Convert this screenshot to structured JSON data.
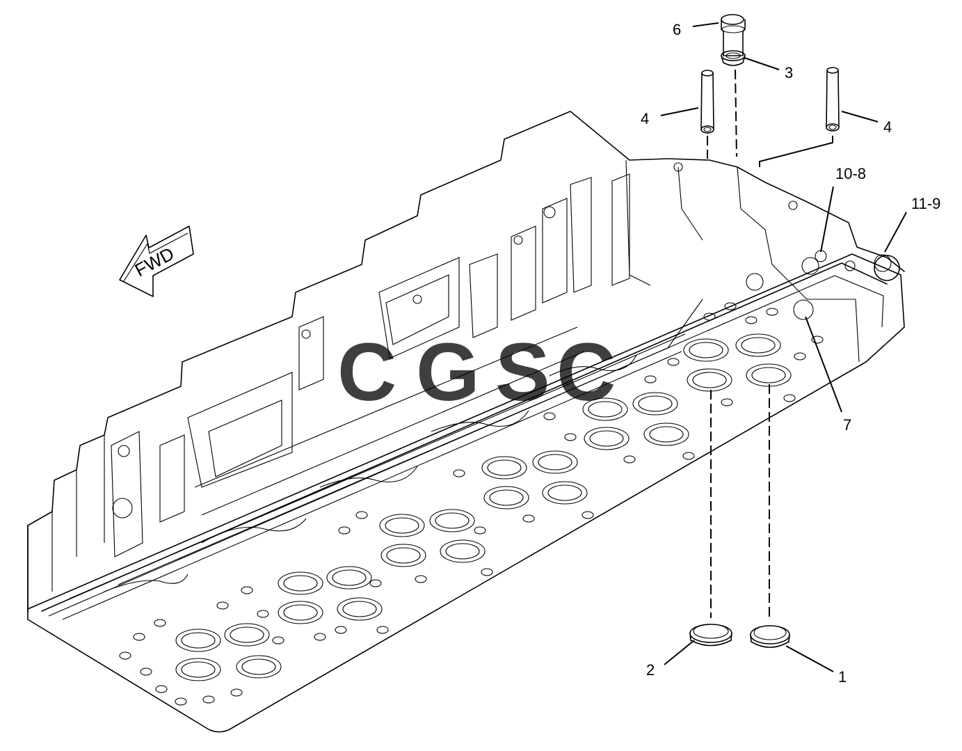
{
  "diagram": {
    "fwd_label": "FWD",
    "watermark": {
      "letters": [
        {
          "char": "C",
          "color": "#4f8ff7"
        },
        {
          "char": "G",
          "color": "#ef6a63"
        },
        {
          "char": "S",
          "color": "#f6c83c"
        },
        {
          "char": "C",
          "color": "#3daa6e"
        }
      ]
    },
    "callouts": [
      {
        "id": "c6",
        "label": "6"
      },
      {
        "id": "c3",
        "label": "3"
      },
      {
        "id": "c4a",
        "label": "4"
      },
      {
        "id": "c4b",
        "label": "4"
      },
      {
        "id": "c10",
        "label": "10-8"
      },
      {
        "id": "c11",
        "label": "11-9"
      },
      {
        "id": "c7",
        "label": "7"
      },
      {
        "id": "c2",
        "label": "2"
      },
      {
        "id": "c1",
        "label": "1"
      }
    ]
  }
}
